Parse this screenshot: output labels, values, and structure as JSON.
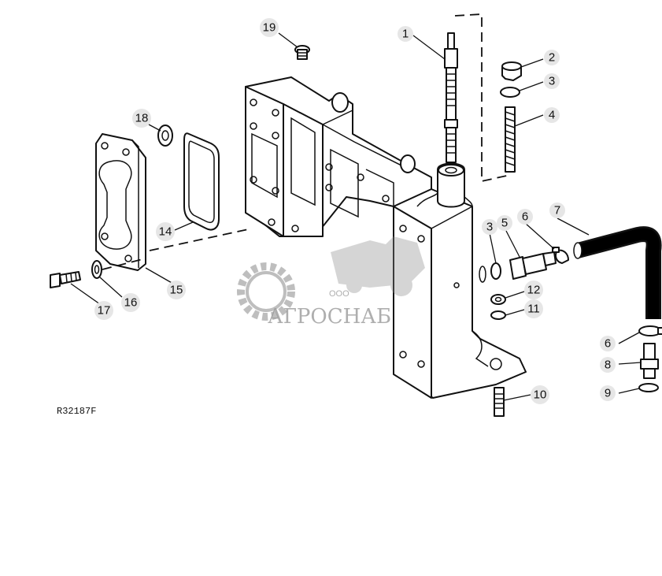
{
  "diagram": {
    "reference_code": "R32187F",
    "callouts": [
      "1",
      "2",
      "3",
      "4",
      "3",
      "5",
      "6",
      "7",
      "6",
      "8",
      "9",
      "10",
      "11",
      "12",
      "14",
      "15",
      "16",
      "17",
      "18",
      "19"
    ]
  },
  "watermark": {
    "company_prefix": "ООО",
    "company_name": "АГРОСНАБ"
  }
}
